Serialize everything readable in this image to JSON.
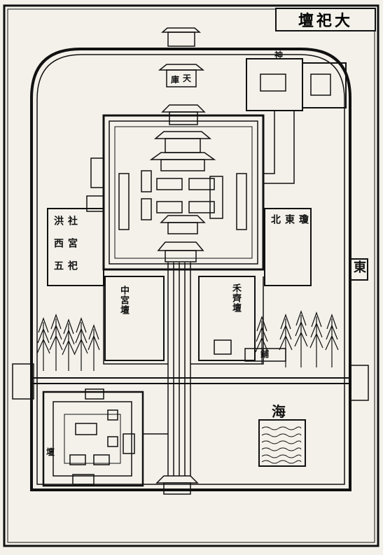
{
  "title": "大祀壇",
  "labels": {
    "east": "東",
    "sea": "海",
    "heaven": "天",
    "shen": "神",
    "kuo": "庫",
    "left_hall_text": [
      "洪",
      "社",
      "西",
      "宮",
      "五",
      "祀"
    ],
    "mid_left_text": "中宮壇",
    "mid_right_text": "禾齊壇",
    "right_hall_text": [
      "北",
      "東",
      "瓊"
    ],
    "small_box_text": "鋪",
    "lower_left_text": "壇"
  },
  "colors": {
    "ink": "#111111",
    "paper": "#f4f1ea"
  }
}
